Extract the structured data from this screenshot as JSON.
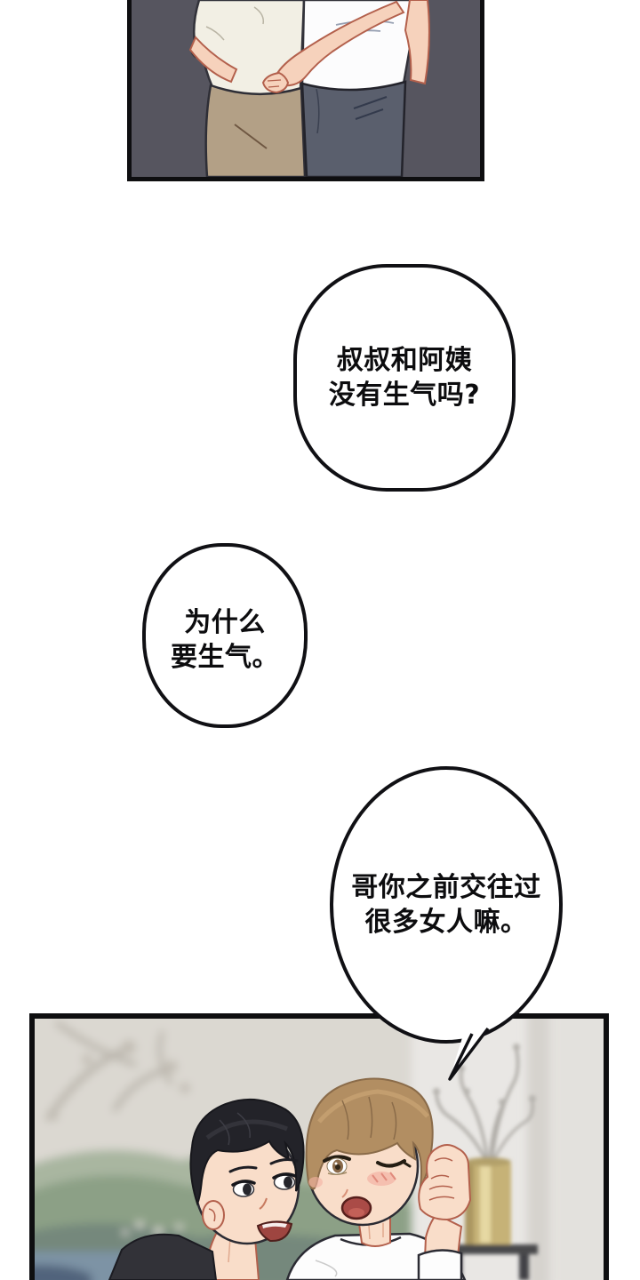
{
  "page": {
    "kind": "webtoon-comic-page",
    "background": "#ffffff"
  },
  "bubbles": {
    "b1": {
      "line1": "叔叔和阿姨",
      "line2": "没有生气吗?"
    },
    "b2": {
      "line1": "为什么",
      "line2": "要生气。"
    },
    "b3": {
      "line1": "哥你之前交往过",
      "line2": "很多女人嘛。"
    }
  },
  "colors": {
    "ink": "#101014",
    "top_panel_background": "#56555f",
    "bottom_panel_wall": "#e9e7e4",
    "skin": "#f9ddc9",
    "skin_outline": "#b3604c",
    "black_hair": "#232329",
    "brown_hair": "#b28e62",
    "cream_sweater": "#f2efe4",
    "khaki_pants": "#b3a086",
    "gray_blue_pants": "#5a5f6d",
    "white_shirt": "#fdfdfd",
    "dark_shirt": "#323238",
    "mouth_red": "#a04641",
    "blush_pink": "#f4b2a4",
    "painting_green": "#8ca086",
    "water_blue": "#7d93a5",
    "gold_vase": "#c6b277",
    "stand_dark": "#48484b"
  }
}
